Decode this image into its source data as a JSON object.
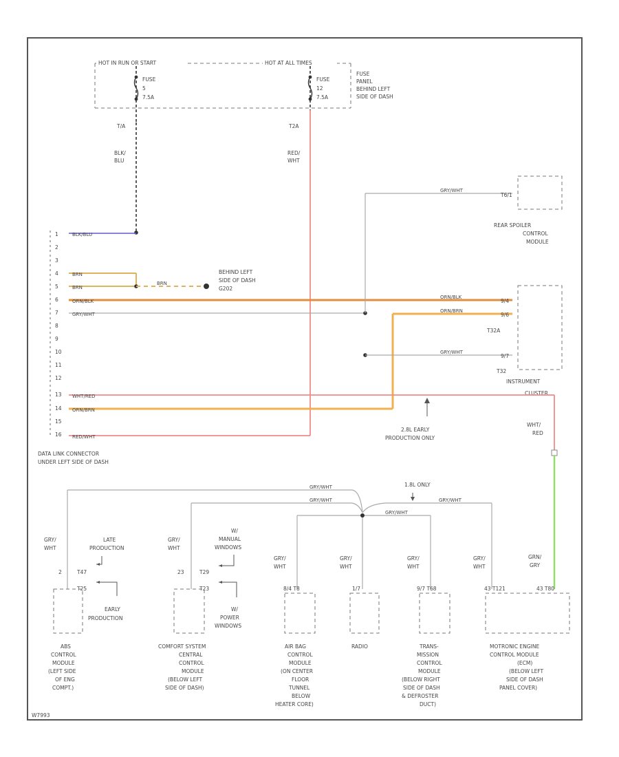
{
  "top": {
    "hot_run_start": "HOT IN RUN OR START",
    "hot_all_times": "HOT AT ALL TIMES",
    "fuse_left": [
      "FUSE",
      "5",
      "7.5A"
    ],
    "fuse_right": [
      "FUSE",
      "12",
      "7.5A"
    ],
    "fuse_panel": [
      "FUSE",
      "PANEL",
      "BEHIND LEFT",
      "SIDE OF DASH"
    ],
    "conn_left": "T/A",
    "conn_right": "T2A",
    "wire_left": [
      "BLK/",
      "BLU"
    ],
    "wire_right": [
      "RED/",
      "WHT"
    ]
  },
  "dlc": {
    "pins": [
      "1",
      "2",
      "3",
      "4",
      "5",
      "6",
      "7",
      "8",
      "9",
      "10",
      "11",
      "12",
      "13",
      "14",
      "15",
      "16"
    ],
    "wires": {
      "p1": "BLK/BLU",
      "p4": "BRN",
      "p5": "BRN",
      "p6": "ORN/BLK",
      "p7": "GRY/WHT",
      "p13": "WHT/RED",
      "p14": "ORN/BRN",
      "p16": "RED/WHT"
    },
    "label": [
      "DATA LINK CONNECTOR",
      "UNDER LEFT SIDE OF DASH"
    ]
  },
  "ground": {
    "wire": "BRN",
    "label": [
      "BEHIND LEFT",
      "SIDE OF DASH",
      "G202"
    ]
  },
  "rear_spoiler": {
    "wire": "GRY/WHT",
    "pin": "T6/1",
    "label": [
      "REAR SPOILER",
      "CONTROL",
      "MODULE"
    ]
  },
  "cluster": {
    "wires": [
      "ORN/BLK",
      "ORN/BRN",
      "GRY/WHT"
    ],
    "pins": [
      "9/4",
      "9/6",
      "9/7"
    ],
    "conn_a": "T32A",
    "conn_b": "T32",
    "label": [
      "INSTRUMENT",
      "CLUSTER"
    ],
    "right_wire": [
      "WHT/",
      "RED"
    ],
    "grn_wire": [
      "GRN/",
      "GRY"
    ]
  },
  "note_24l": [
    "2.8L EARLY",
    "PRODUCTION ONLY"
  ],
  "note_18l": "1.8L ONLY",
  "bus_wires": [
    "GRY/WHT",
    "GRY/WHT",
    "GRY/WHT",
    "GRY/WHT"
  ],
  "modules": {
    "abs": {
      "wire": [
        "GRY/",
        "WHT"
      ],
      "pin_a": "2",
      "conn_a": "T47",
      "conn_b": "T25",
      "late": [
        "LATE",
        "PRODUCTION"
      ],
      "early": [
        "EARLY",
        "PRODUCTION"
      ],
      "label": [
        "ABS",
        "CONTROL",
        "MODULE",
        "(LEFT SIDE",
        "OF ENG",
        "COMPT.)"
      ]
    },
    "comfort": {
      "wire": [
        "GRY/",
        "WHT"
      ],
      "pin_a": "23",
      "conn_a": "T29",
      "conn_b": "T23",
      "manual": [
        "W/",
        "MANUAL",
        "WINDOWS"
      ],
      "power": [
        "W/",
        "POWER",
        "WINDOWS"
      ],
      "label": [
        "COMFORT SYSTEM",
        "CENTRAL",
        "CONTROL",
        "MODULE",
        "(BELOW LEFT",
        "SIDE OF DASH)"
      ]
    },
    "airbag": {
      "wire": [
        "GRY/",
        "WHT"
      ],
      "pin": "8/4 T8",
      "label": [
        "AIR BAG",
        "CONTROL",
        "MODULE",
        "(ON CENTER",
        "FLOOR",
        "TUNNEL",
        "BELOW",
        "HEATER CORE)"
      ]
    },
    "radio": {
      "wire": [
        "GRY/",
        "WHT"
      ],
      "pin": "1/7",
      "label": [
        "RADIO"
      ]
    },
    "trans": {
      "wire": [
        "GRY/",
        "WHT"
      ],
      "pin": "9/7 T68",
      "label": [
        "TRANS-",
        "MISSION",
        "CONTROL",
        "MODULE",
        "(BELOW RIGHT",
        "SIDE OF DASH",
        "& DEFROSTER",
        "DUCT)"
      ]
    },
    "ecm": {
      "wire": [
        "GRY/",
        "WHT"
      ],
      "grn": [
        "GRN/",
        "GRY"
      ],
      "pin_a": "43 T121",
      "pin_b": "43 T80",
      "label": [
        "MOTRONIC ENGINE",
        "CONTROL MODULE",
        "(ECM)",
        "(BELOW LEFT",
        "SIDE OF DASH",
        "PANEL COVER)"
      ]
    }
  },
  "figure_id": "W7993"
}
